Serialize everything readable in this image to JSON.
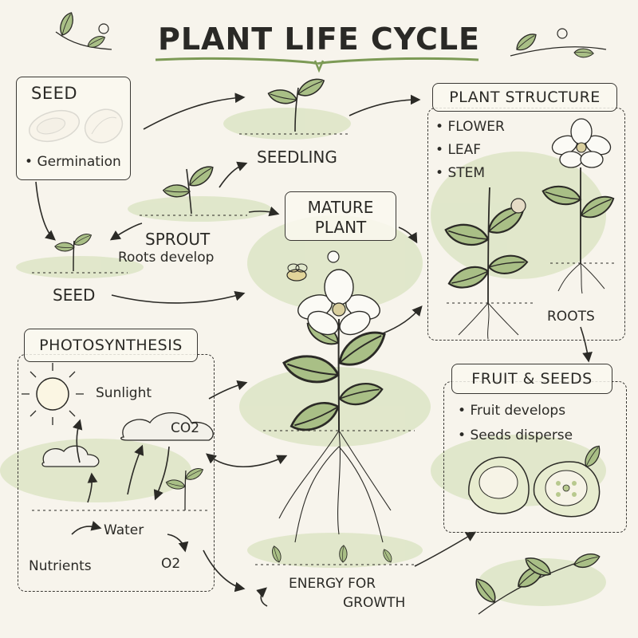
{
  "title": "PLANT LIFE CYCLE",
  "seed_box": {
    "heading": "SEED",
    "bullet": "Germination"
  },
  "stages": {
    "seedling": "SEEDLING",
    "sprout": "SPROUT",
    "roots_develop": "Roots develop",
    "seed": "SEED",
    "mature_plant_line1": "MATURE",
    "mature_plant_line2": "PLANT"
  },
  "plant_structure": {
    "heading": "PLANT STRUCTURE",
    "items": [
      "FLOWER",
      "LEAF",
      "STEM"
    ],
    "roots": "ROOTS"
  },
  "photosynthesis": {
    "heading": "PHOTOSYNTHESIS",
    "sunlight": "Sunlight",
    "co2": "CO2",
    "water": "Water",
    "nutrients": "Nutrients",
    "o2": "O2"
  },
  "fruit_seeds": {
    "heading": "FRUIT & SEEDS",
    "items": [
      "Fruit develops",
      "Seeds disperse"
    ]
  },
  "energy": {
    "line1": "ENERGY FOR",
    "line2": "GROWTH"
  },
  "colors": {
    "ink": "#2b2a26",
    "leaf_green": "#a9bf86",
    "wash_green": "#cfddb1",
    "paper": "#f7f4ec"
  }
}
